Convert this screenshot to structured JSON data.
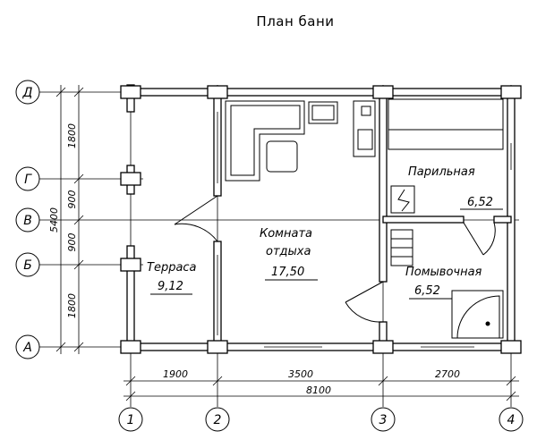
{
  "title": "План бани",
  "rooms": {
    "terrace": {
      "name": "Терраса",
      "area": "9,12"
    },
    "rest_room": {
      "name_line1": "Комната",
      "name_line2": "отдыха",
      "area": "17,50"
    },
    "steam_room": {
      "name": "Парильная",
      "area": "6,52"
    },
    "wash_room": {
      "name": "Помывочная",
      "area": "6,52"
    }
  },
  "dimensions": {
    "horizontal": [
      "1900",
      "3500",
      "2700"
    ],
    "horizontal_total": "8100",
    "vertical": [
      "1800",
      "900",
      "900",
      "1800"
    ],
    "vertical_total": "5400"
  },
  "axes": {
    "letters": [
      "Д",
      "Г",
      "В",
      "Б",
      "А"
    ],
    "numbers": [
      "1",
      "2",
      "3",
      "4"
    ]
  }
}
